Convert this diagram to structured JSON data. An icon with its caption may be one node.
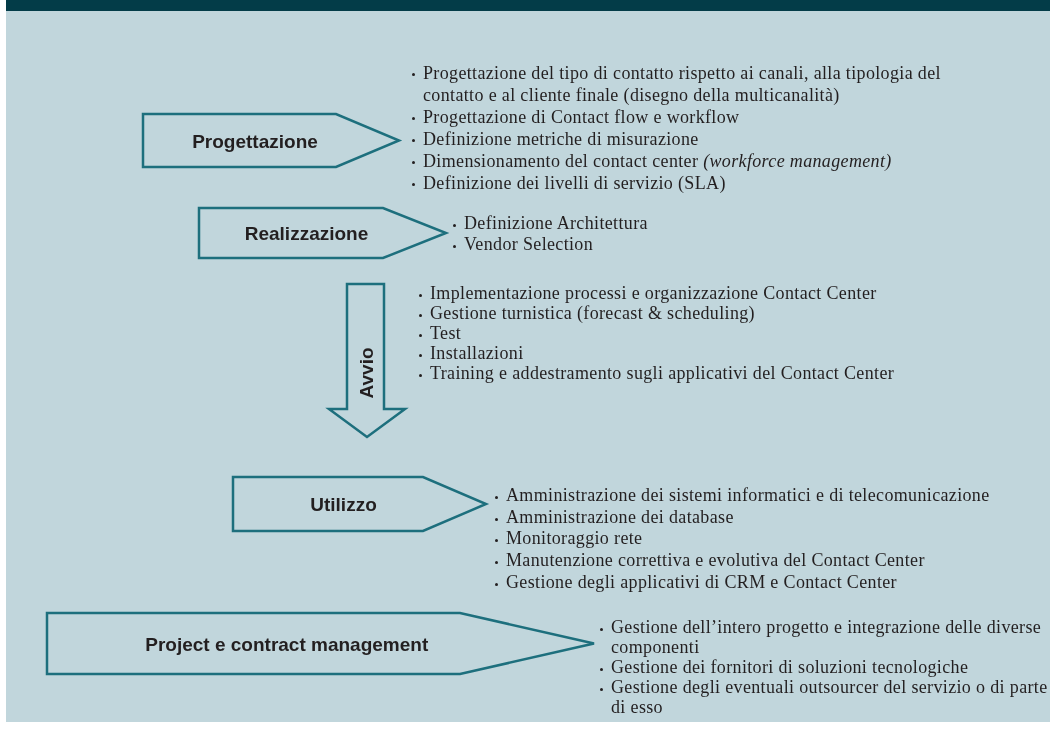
{
  "diagram": {
    "nodes": [
      {
        "text": [
          "Progettazione"
        ],
        "beside": [
          "Progettazione del tipo di contatto rispetto ai canali, alla tipologia del contatto e al cliente finale (disegno della multicanalità)",
          "Progettazione di Contact flow e workflow",
          "Definizione metriche di misurazione",
          "Dimensionamento del contact center *(workforce management)*",
          "Definizione dei livelli di servizio (SLA)"
        ]
      },
      {
        "text": [
          "Realizzazione"
        ],
        "beside": [
          "Definizione Architettura",
          "Vendor Selection"
        ]
      },
      {
        "text": [
          "Avvio"
        ],
        "beside": [
          "Implementazione processi e organizzazione Contact Center",
          "Gestione turnistica (forecast & scheduling)",
          "Test",
          "Installazioni",
          "Training e addestramento sugli applicativi del Contact Center"
        ]
      },
      {
        "text": [
          "Utilizzo"
        ],
        "beside": [
          "Amministrazione dei sistemi informatici e di telecomunicazione",
          "Amministrazione dei database",
          "Monitoraggio rete",
          "Manutenzione correttiva e evolutiva del Contact Center",
          "Gestione degli applicativi di CRM e Contact Center"
        ]
      },
      {
        "text": [
          "Project e contract management"
        ],
        "beside": [
          "Gestione dell’intero progetto e integrazione delle diverse componenti",
          "Gestione dei fornitori di soluzioni tecnologiche",
          "Gestione degli eventuali outsourcer del servizio o di parte di esso"
        ]
      }
    ]
  }
}
